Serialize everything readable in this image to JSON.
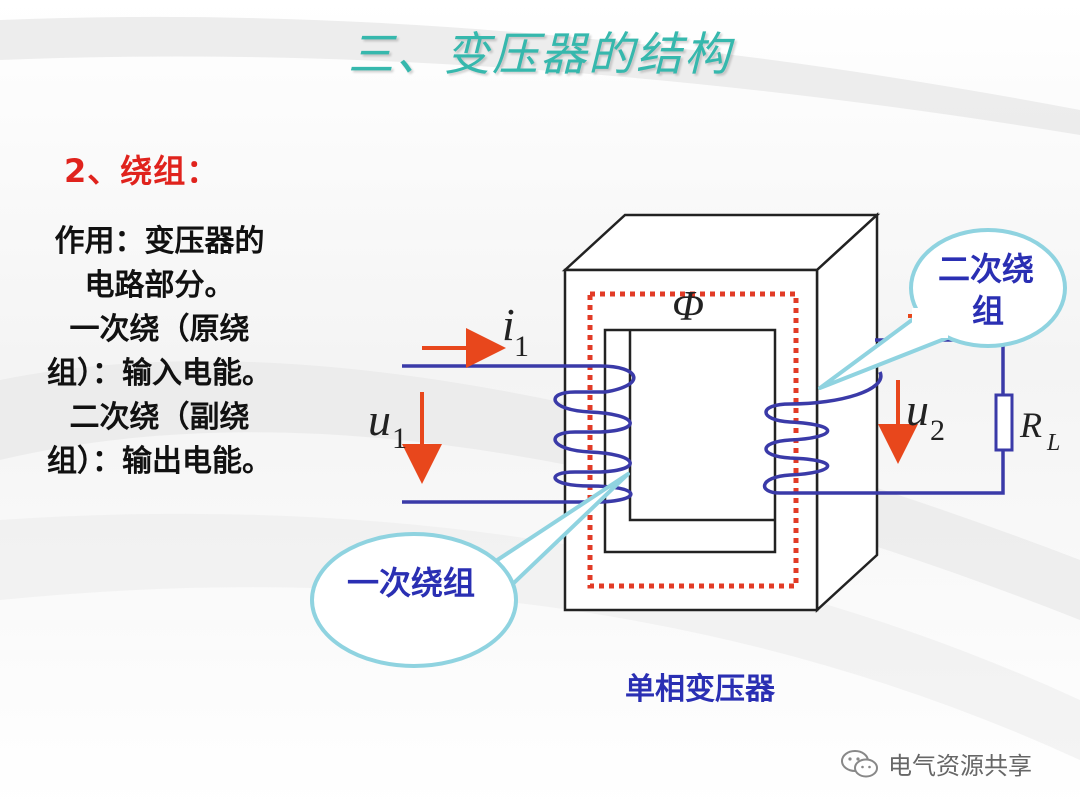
{
  "slide": {
    "title": "三、变压器的结构",
    "section_heading": "2、绕组：",
    "description_lines": [
      "作用：变压器的",
      "电路部分。",
      "一次绕（原绕",
      "组）：输入电能。",
      "二次绕（副绕",
      "组）：输出电能。"
    ]
  },
  "diagram": {
    "flux_symbol": "Φ",
    "primary_current": {
      "symbol": "i",
      "subscript": "1"
    },
    "primary_voltage": {
      "symbol": "u",
      "subscript": "1"
    },
    "secondary_voltage": {
      "symbol": "u",
      "subscript": "2"
    },
    "load": {
      "symbol": "R",
      "subscript": "L"
    },
    "callout_primary": "一次绕组",
    "callout_secondary_lines": [
      "二次绕",
      "组"
    ],
    "caption": "单相变压器",
    "colors": {
      "winding": "#3a3aa8",
      "arrow": "#e8471c",
      "flux_path": "#e23b26",
      "callout_border": "#8fd3e0",
      "title": "#36b8ad",
      "heading": "#e0231d",
      "caption": "#2a2fb3"
    }
  },
  "watermark": {
    "icon": "wechat-icon",
    "text": "电气资源共享"
  }
}
